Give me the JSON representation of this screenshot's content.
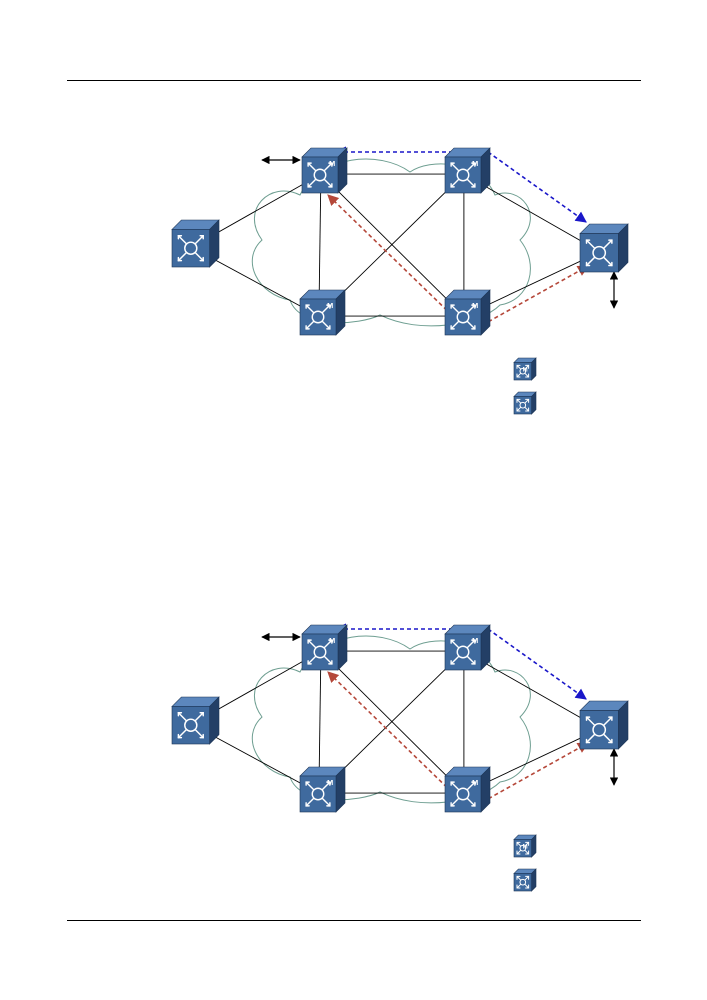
{
  "colors": {
    "switch_front": "#3f6a9e",
    "switch_top": "#5c87bd",
    "switch_side": "#233f66",
    "switch_glyph": "#ffffff",
    "cloud_stroke": "#6e9e91",
    "link": "#000000",
    "primary_path": "#1a17c9",
    "backup_path": "#b5483a",
    "rule": "#000000"
  },
  "icons": {
    "device": "network-switch-icon",
    "client_link": "double-arrow-icon"
  },
  "diagrams": [
    {
      "devices": [
        {
          "id": "left-device",
          "type": "plain"
        },
        {
          "id": "top-left-node",
          "type": "marked"
        },
        {
          "id": "top-right-node",
          "type": "marked"
        },
        {
          "id": "bottom-left-node",
          "type": "marked"
        },
        {
          "id": "bottom-right-node",
          "type": "marked"
        },
        {
          "id": "right-device",
          "type": "plain"
        }
      ],
      "legend": [
        {
          "icon": "marked-switch-icon",
          "label": ""
        },
        {
          "icon": "plain-switch-icon",
          "label": ""
        }
      ]
    },
    {
      "devices": [
        {
          "id": "left-device",
          "type": "plain"
        },
        {
          "id": "top-left-node",
          "type": "marked"
        },
        {
          "id": "top-right-node",
          "type": "marked"
        },
        {
          "id": "bottom-left-node",
          "type": "marked"
        },
        {
          "id": "bottom-right-node",
          "type": "marked"
        },
        {
          "id": "right-device",
          "type": "plain"
        }
      ],
      "legend": [
        {
          "icon": "marked-switch-icon",
          "label": ""
        },
        {
          "icon": "plain-switch-icon",
          "label": ""
        }
      ]
    }
  ]
}
